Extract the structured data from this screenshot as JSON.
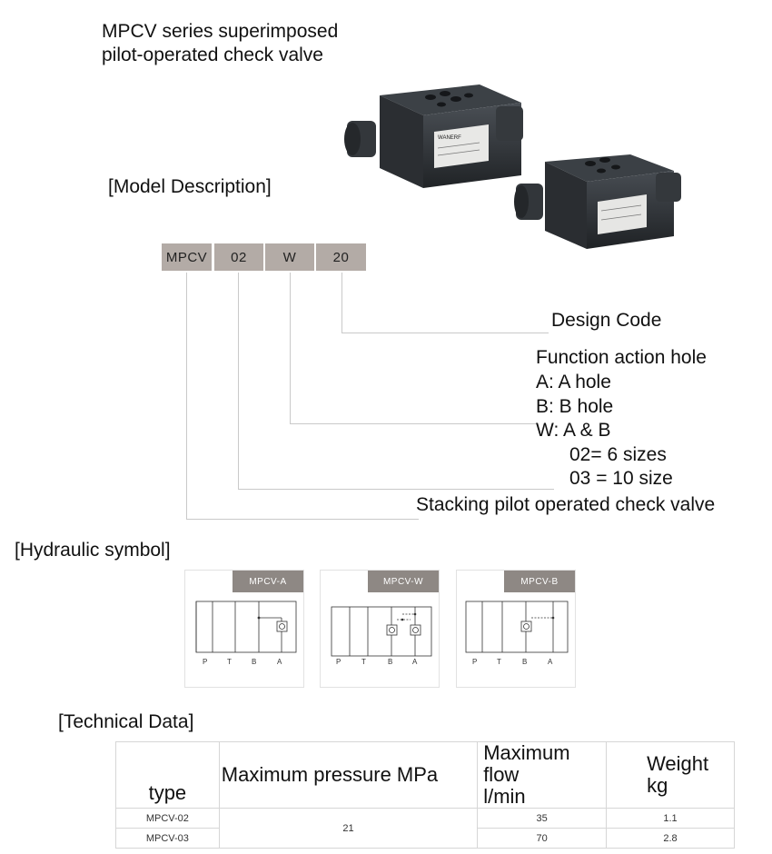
{
  "title_line1": "MPCV series superimposed",
  "title_line2": "pilot-operated check valve",
  "model_description_heading": "[Model Description]",
  "model_code": [
    "MPCV",
    "02",
    "W",
    "20"
  ],
  "descriptions": {
    "design_code": "Design Code",
    "function_heading": "Function action hole",
    "function_a": "A: A hole",
    "function_b": "B: B hole",
    "function_w": "W: A & B",
    "size_02": "02= 6 sizes",
    "size_03": "03 = 10 size",
    "stacking": "Stacking pilot operated check valve"
  },
  "photo_brand": "WANERF",
  "hydraulic_heading": "[Hydraulic symbol]",
  "symbols": [
    {
      "label": "MPCV-A",
      "ports": [
        "P",
        "T",
        "B",
        "A"
      ]
    },
    {
      "label": "MPCV-W",
      "ports": [
        "P",
        "T",
        "B",
        "A"
      ]
    },
    {
      "label": "MPCV-B",
      "ports": [
        "P",
        "T",
        "B",
        "A"
      ]
    }
  ],
  "technical_heading": "[Technical Data]",
  "table": {
    "headers": {
      "type": "type",
      "pressure": "Maximum pressure  MPa",
      "flow_l1": "Maximum flow",
      "flow_l2": "l/min",
      "weight_l1": "Weight",
      "weight_l2": "kg"
    },
    "rows": [
      {
        "type": "MPCV-02",
        "pressure": "21",
        "flow": "35",
        "weight": "1.1"
      },
      {
        "type": "MPCV-03",
        "pressure": "21",
        "flow": "70",
        "weight": "2.8"
      }
    ]
  },
  "colors": {
    "code_box": "#b3aba6",
    "card_label": "#8e8884",
    "valve_body": "#2e3236"
  }
}
